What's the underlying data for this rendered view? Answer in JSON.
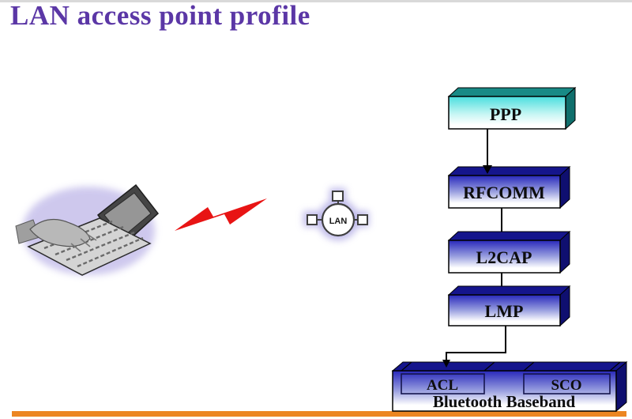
{
  "slide": {
    "title": "LAN access point profile",
    "colors": {
      "title_purple": "#5b37a6",
      "box_navy_top": "#15158c",
      "box_navy_side": "#0f0f70",
      "box_teal_top": "#188a86",
      "bolt_red": "#e81414",
      "accent_orange": "#ec8622",
      "glow_lavender": "#c2bce9"
    }
  },
  "diagram": {
    "lan_node_label": "LAN",
    "stack": {
      "ppp": "PPP",
      "rfcomm": "RFCOMM",
      "l2cap": "L2CAP",
      "lmp": "LMP",
      "acl": "ACL",
      "sco": "SCO",
      "baseband": "Bluetooth Baseband"
    },
    "icons": {
      "laptop": "laptop-user-icon",
      "wireless_link": "lightning-bolt-icon",
      "lan_hub": "lan-hub-icon"
    }
  }
}
